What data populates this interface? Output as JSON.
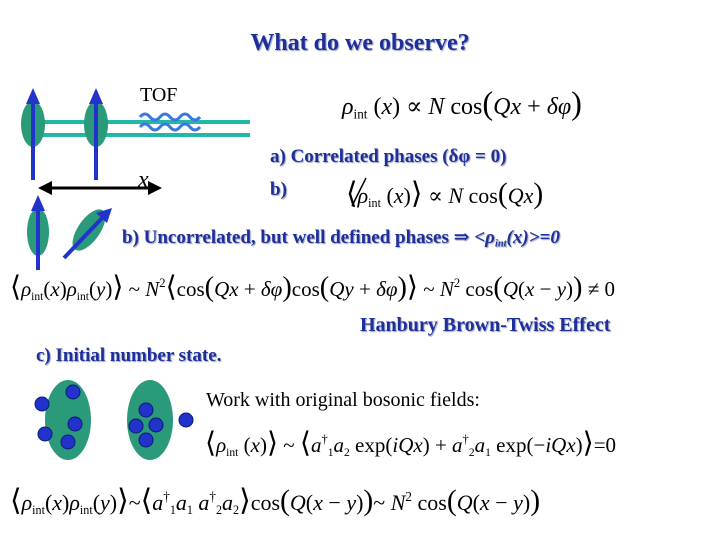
{
  "title": "What do we observe?",
  "labels": {
    "tof": "TOF",
    "x": "x"
  },
  "items": {
    "a": "a)   Correlated phases (δφ = 0)",
    "b_short": "b)",
    "b_full_prefix": "b) Uncorrelated, but well defined phases",
    "b_result": "<ρ",
    "b_result_sub": "int",
    "b_result_end": "(x)>=0",
    "hbt": "Hanbury Brown-Twiss Effect",
    "c": "c) Initial number state.",
    "work": "Work with original bosonic fields:"
  },
  "colors": {
    "title": "#1f2f9a",
    "blob": "#2a9a7a",
    "atom": "#2233cc",
    "beam": "#22b8a8",
    "wave": "#3a78e0"
  }
}
